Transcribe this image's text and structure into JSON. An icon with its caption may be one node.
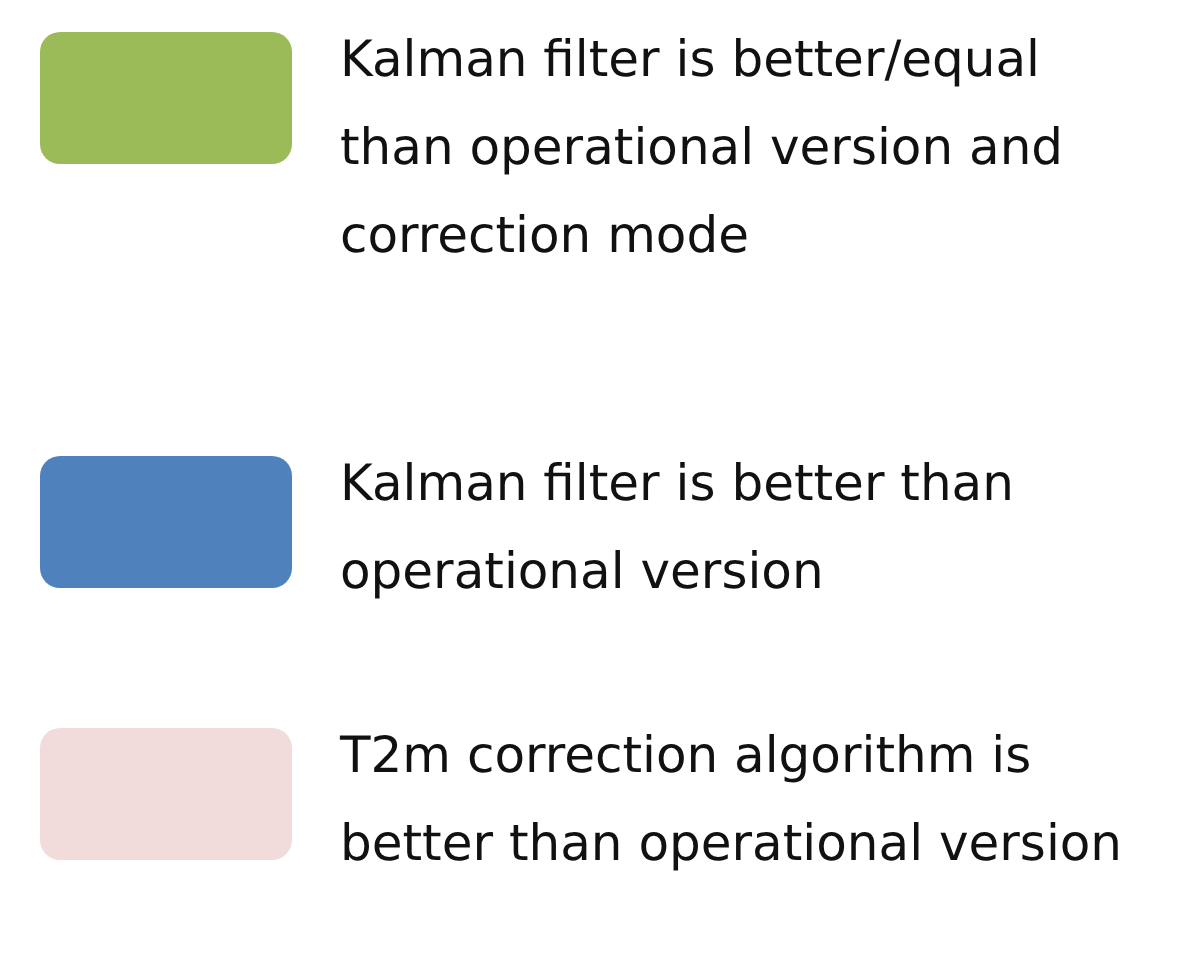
{
  "diagram": {
    "legend": [
      {
        "text": "Kalman filter is better/equal than operational version and correction mode",
        "color": "#9bbb59"
      },
      {
        "text": "Kalman filter is better than operational version",
        "color": "#4f81bd"
      },
      {
        "text": "T2m correction algorithm is better than operational version",
        "color": "#f2dcdb"
      }
    ]
  }
}
